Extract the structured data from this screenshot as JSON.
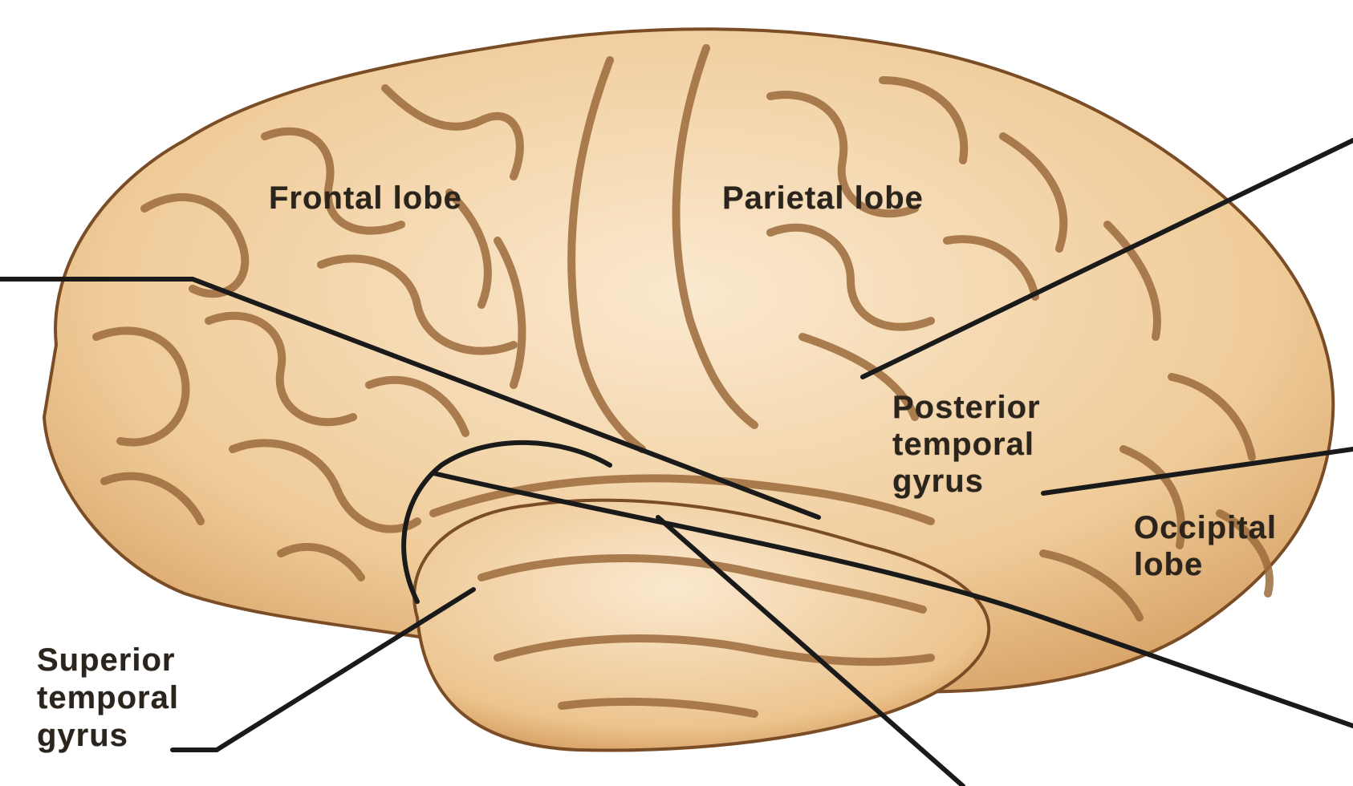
{
  "colors": {
    "brain_fill": "#f2d4a8",
    "brain_highlight": "#fbebd2",
    "sulcus": "#9c6b3c",
    "outline": "#7a4d26",
    "leader_line": "#1a1a1a",
    "label_text": "#2a241d"
  },
  "labels": {
    "frontal_lobe": "Frontal lobe",
    "parietal_lobe": "Parietal lobe",
    "posterior_temporal_gyrus": [
      "Posterior",
      "temporal",
      "gyrus"
    ],
    "occipital_lobe": [
      "Occipital",
      "lobe"
    ],
    "superior_temporal_gyrus": [
      "Superior",
      "temporal",
      "gyrus"
    ]
  }
}
